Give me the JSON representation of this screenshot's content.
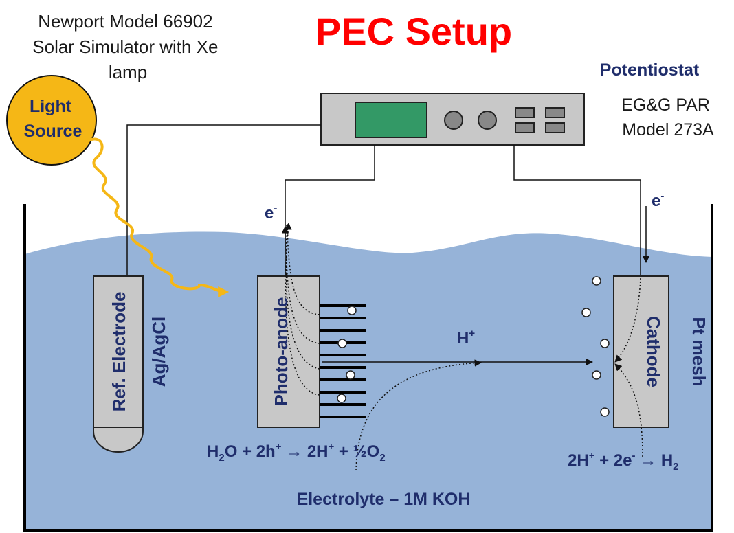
{
  "title": "PEC Setup",
  "light_source": {
    "caption_lines": [
      "Newport Model 66902",
      "Solar Simulator with Xe",
      "lamp"
    ],
    "label_lines": [
      "Light",
      "Source"
    ]
  },
  "potentiostat": {
    "label": "Potentiostat",
    "model_lines": [
      "EG&G PAR",
      "Model 273A"
    ]
  },
  "electrodes": {
    "reference": "Ref. Electrode",
    "reference_material": "Ag/AgCl",
    "photoanode": "Photo-anode",
    "cathode": "Cathode",
    "cathode_material": "Pt mesh"
  },
  "labels": {
    "electron_left": "e",
    "electron_right": "e",
    "electron_sup": "-",
    "proton": "H",
    "proton_sup": "+"
  },
  "reactions": {
    "anode": {
      "p1": "H",
      "s1": "2",
      "p2": "O + 2h",
      "s2": "+",
      "p3": " → 2H",
      "s3": "+",
      "p4": " + ½O",
      "s4": "2"
    },
    "cathode": {
      "p1": "2H",
      "s1": "+",
      "p2": " + 2e",
      "s2": "-",
      "p3": " → H",
      "s3": "2"
    }
  },
  "electrolyte": "Electrolyte – 1M KOH",
  "colors": {
    "title": "#ff0000",
    "navy": "#1f2d6b",
    "water": "#96b3d8",
    "light_source_fill": "#f5b716",
    "light_ray": "#f5b716",
    "screen": "#339966",
    "electrode_fill": "#c8c8c8"
  }
}
